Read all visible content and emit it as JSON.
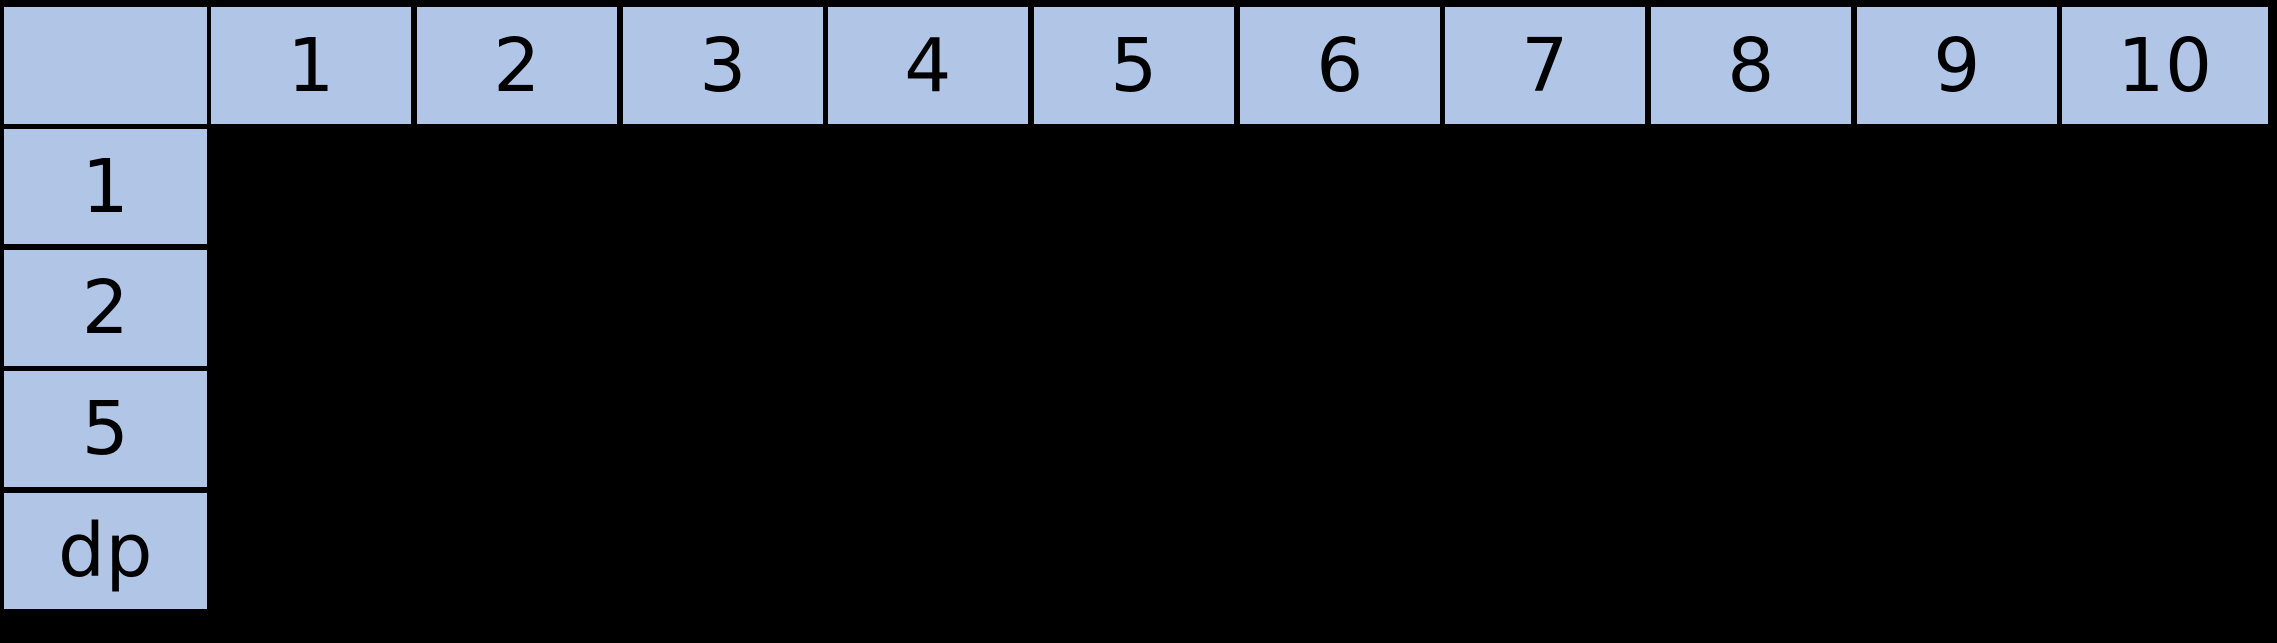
{
  "table": {
    "colors": {
      "cell_fill": "#b1c6e7",
      "grid": "#000000",
      "text": "#000000",
      "background": "#000000"
    },
    "corner_label": "",
    "column_headers": [
      "1",
      "2",
      "3",
      "4",
      "5",
      "6",
      "7",
      "8",
      "9",
      "10"
    ],
    "row_labels": [
      "1",
      "2",
      "5",
      "dp"
    ],
    "rows": [
      {
        "label": "1",
        "cells": [
          "",
          "",
          "",
          "",
          "",
          "",
          "",
          "",
          "",
          ""
        ]
      },
      {
        "label": "2",
        "cells": [
          "",
          "",
          "",
          "",
          "",
          "",
          "",
          "",
          "",
          ""
        ]
      },
      {
        "label": "5",
        "cells": [
          "",
          "",
          "",
          "",
          "",
          "",
          "",
          "",
          "",
          ""
        ]
      },
      {
        "label": "dp",
        "cells": [
          "",
          "",
          "",
          "",
          "",
          "",
          "",
          "",
          "",
          ""
        ]
      }
    ]
  }
}
